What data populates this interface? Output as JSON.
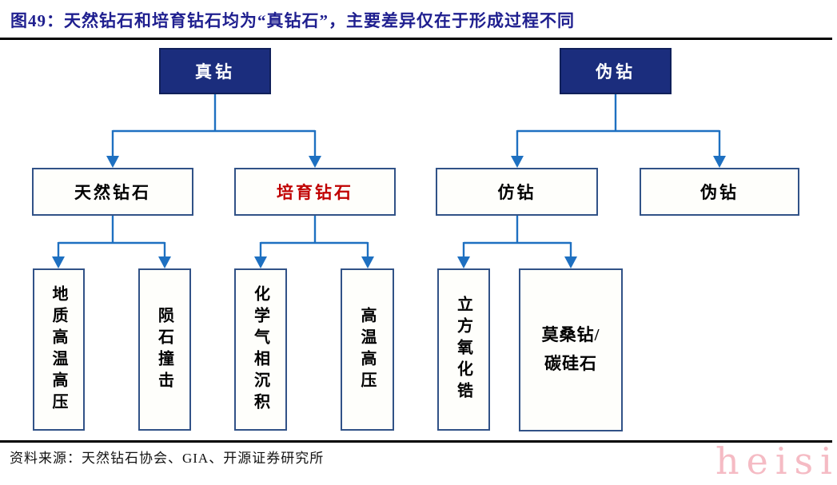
{
  "figure": {
    "title": "图49：天然钻石和培育钻石均为“真钻石”，主要差异仅在于形成过程不同",
    "source": "资料来源：天然钻石协会、GIA、开源证券研究所",
    "watermark": "heisi"
  },
  "colors": {
    "title_navy": "#1F1F8F",
    "root_box_fill": "#1B2D7D",
    "root_box_text": "#FFFFFF",
    "box_border": "#315287",
    "box_fill": "#FEFEFB",
    "connector_blue": "#1E70C1",
    "highlight_red": "#C00000",
    "watermark_pink": "#F5BBC4",
    "divider_black": "#000000"
  },
  "tree": {
    "real_root": {
      "label": "真钻"
    },
    "fake_root": {
      "label": "伪钻"
    },
    "natural": {
      "label": "天然钻石"
    },
    "lab_grown": {
      "label": "培育钻石"
    },
    "imitation": {
      "label": "仿钻"
    },
    "fake": {
      "label": "伪钻"
    },
    "geological": {
      "label": "地质高温高压"
    },
    "meteorite": {
      "label": "陨石撞击"
    },
    "cvd": {
      "label": "化学气相沉积"
    },
    "hpht": {
      "label": "高温高压"
    },
    "cubic_zirconia": {
      "label": "立方氧化锆"
    },
    "moissanite": {
      "label": "莫桑钻/\n碳硅石"
    }
  },
  "edges": [
    [
      "真钻",
      "天然钻石"
    ],
    [
      "真钻",
      "培育钻石"
    ],
    [
      "伪钻",
      "仿钻"
    ],
    [
      "伪钻",
      "伪钻"
    ],
    [
      "天然钻石",
      "地质高温高压"
    ],
    [
      "天然钻石",
      "陨石撞击"
    ],
    [
      "培育钻石",
      "化学气相沉积"
    ],
    [
      "培育钻石",
      "高温高压"
    ],
    [
      "仿钻",
      "立方氧化锆"
    ],
    [
      "仿钻",
      "莫桑钻/碳硅石"
    ]
  ]
}
